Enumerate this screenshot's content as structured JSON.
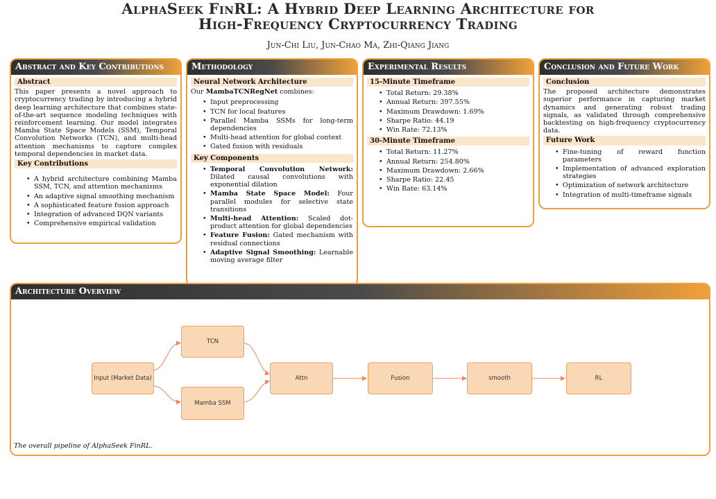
{
  "title": {
    "line1": "AlphaSeek FinRL: A Hybrid Deep Learning Architecture for",
    "line2": "High-Frequency Cryptocurrency Trading"
  },
  "authors": "Jun-Chi Liu, Jun-Chao Ma, Zhi-Qiang Jiang",
  "abstract_panel": {
    "heading": "Abstract and Key Contributions",
    "abstract_title": "Abstract",
    "abstract_text": "This paper presents a novel approach to cryptocurrency trading by introducing a hybrid deep learning architecture that combines state-of-the-art sequence modeling techniques with reinforcement learning. Our model integrates Mamba State Space Models (SSM), Temporal Convolution Networks (TCN), and multi-head attention mechanisms to capture complex temporal dependencies in market data.",
    "contrib_title": "Key Contributions",
    "contributions": [
      "A hybrid architecture combining Mamba SSM, TCN, and attention mechanisms",
      "An adaptive signal smoothing mechanism",
      "A sophisticated feature fusion approach",
      "Integration of advanced DQN variants",
      "Comprehensive empirical validation"
    ]
  },
  "methodology": {
    "heading": "Methodology",
    "nna_title": "Neural Network Architecture",
    "intro_prefix": "Our ",
    "intro_model": "MambaTCNRegNet",
    "intro_suffix": " combines:",
    "steps": [
      "Input preprocessing",
      "TCN for local features",
      "Parallel Mamba SSMs for long-term dependencies",
      "Multi-head attention for global context",
      "Gated fusion with residuals"
    ],
    "components_title": "Key Components",
    "components": [
      {
        "name": "Temporal Convolution Network:",
        "desc": " Dilated causal convolutions with exponential dilation"
      },
      {
        "name": "Mamba State Space Model:",
        "desc": " Four parallel modules for selective state transitions"
      },
      {
        "name": "Multi-head Attention:",
        "desc": " Scaled dot-product attention for global dependencies"
      },
      {
        "name": "Feature Fusion:",
        "desc": " Gated mechanism with residual connections"
      },
      {
        "name": "Adaptive Signal Smoothing:",
        "desc": " Learnable moving average filter"
      }
    ]
  },
  "results": {
    "heading": "Experimental Results",
    "tf15_title": "15-Minute Timeframe",
    "tf15": [
      "Total Return: 29.38%",
      "Annual Return: 397.55%",
      "Maximum Drawdown: 1.69%",
      "Sharpe Ratio: 44.19",
      "Win Rate: 72.13%"
    ],
    "tf30_title": "30-Minute Timeframe",
    "tf30": [
      "Total Return: 11.27%",
      "Annual Return: 254.80%",
      "Maximum Drawdown: 2.66%",
      "Sharpe Ratio: 22.45",
      "Win Rate: 63.14%"
    ]
  },
  "conclusion": {
    "heading": "Conclusion and Future Work",
    "conclusion_title": "Conclusion",
    "conclusion_text": "The proposed architecture demonstrates superior performance in capturing market dynamics and generating robust trading signals, as validated through comprehensive backtesting on high-frequency cryptocurrency data.",
    "future_title": "Future Work",
    "future": [
      "Fine-tuning of reward function parameters",
      "Implementation of advanced exploration strategies",
      "Optimization of network architecture",
      "Integration of multi-timeframe signals"
    ]
  },
  "architecture": {
    "heading": "Architecture Overview",
    "nodes": {
      "input": "Input (Market Data)",
      "tcn": "TCN",
      "mamba": "Mamba SSM",
      "attn": "Attn",
      "fusion": "Fusion",
      "smooth": "smooth",
      "rl": "RL"
    },
    "caption": "The overall pipeline of AlphaSeek FinRL."
  },
  "colors": {
    "accent": "#f0a03a",
    "header_dark": "#2f2f2f",
    "node_fill": "#fad7b5",
    "sub_fill": "#fbe6c9"
  }
}
